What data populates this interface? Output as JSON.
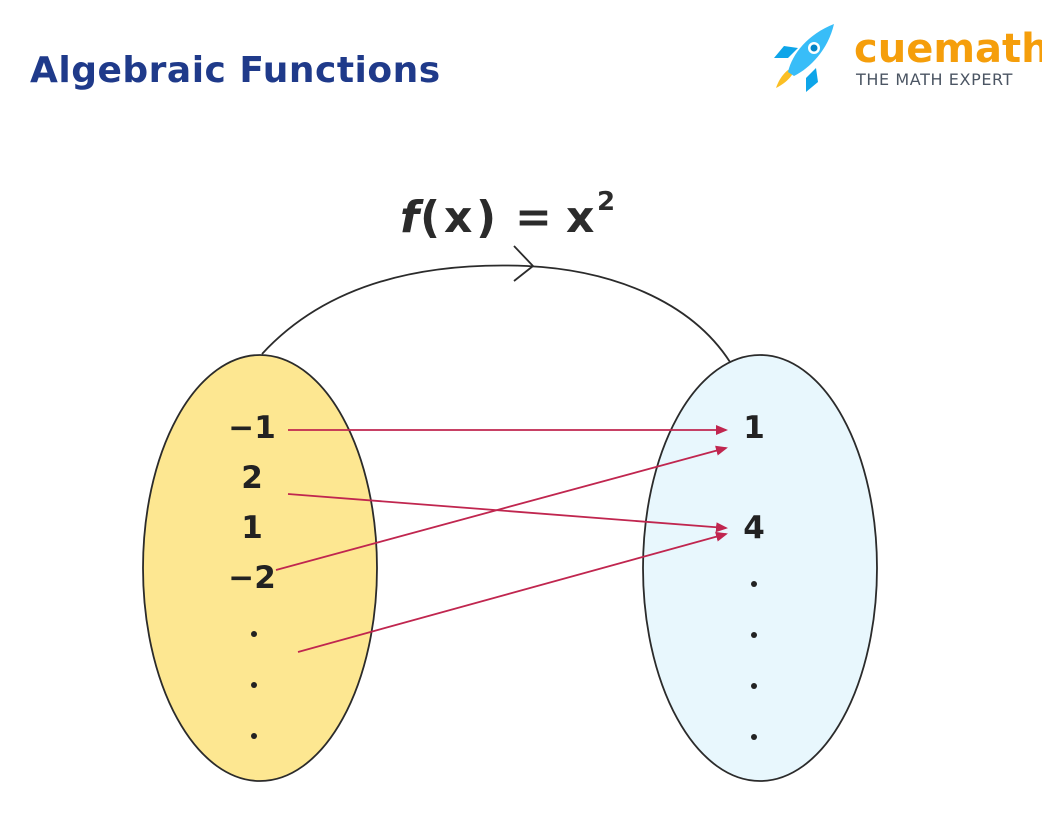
{
  "header": {
    "title": "Algebraic Functions"
  },
  "brand": {
    "name": "cuemath",
    "tagline": "THE MATH EXPERT",
    "logo_icon": "rocket-icon"
  },
  "diagram": {
    "function": {
      "name": "f",
      "open_paren": "(",
      "variable": "x",
      "close_paren": ")",
      "equals": "=",
      "base": "x",
      "exponent": "2"
    },
    "domain": {
      "values": [
        "−1",
        "2",
        "1",
        "−2"
      ],
      "color": "#fde791",
      "ellipsis_dots": 3
    },
    "codomain": {
      "values": [
        "1",
        "4"
      ],
      "color": "#e8f7fd",
      "ellipsis_dots": 4
    },
    "mappings": [
      {
        "from": "−1",
        "to": "1"
      },
      {
        "from": "2",
        "to": "4"
      },
      {
        "from": "−2",
        "to": "1"
      },
      {
        "from": "…",
        "to": "4"
      }
    ],
    "arrow_color": "#c0264f"
  }
}
